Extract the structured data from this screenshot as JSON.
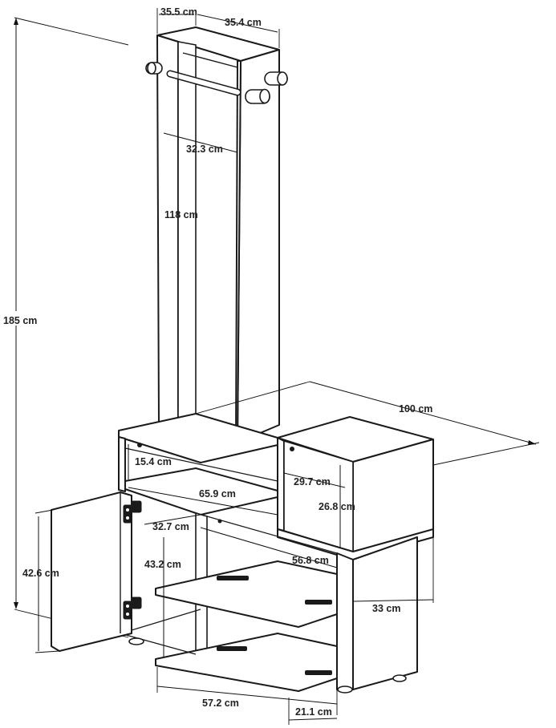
{
  "dimensions": {
    "total_height": "185 cm",
    "upper_depth": "35.5 cm",
    "upper_width": "35.4 cm",
    "rail_width": "32.3 cm",
    "upper_height": "118 cm",
    "total_width": "100 cm",
    "top_shelf_height": "15.4 cm",
    "open_shelf_width": "65.9 cm",
    "side_box_depth": "29.7 cm",
    "side_box_height": "26.8 cm",
    "cabinet_inner_height": "32.7 cm",
    "door_height": "42.6 cm",
    "compartment_height": "43.2 cm",
    "shelf_width": "56.8 cm",
    "leg_height": "33 cm",
    "base_width": "57.2 cm",
    "base_depth": "21.1 cm"
  }
}
